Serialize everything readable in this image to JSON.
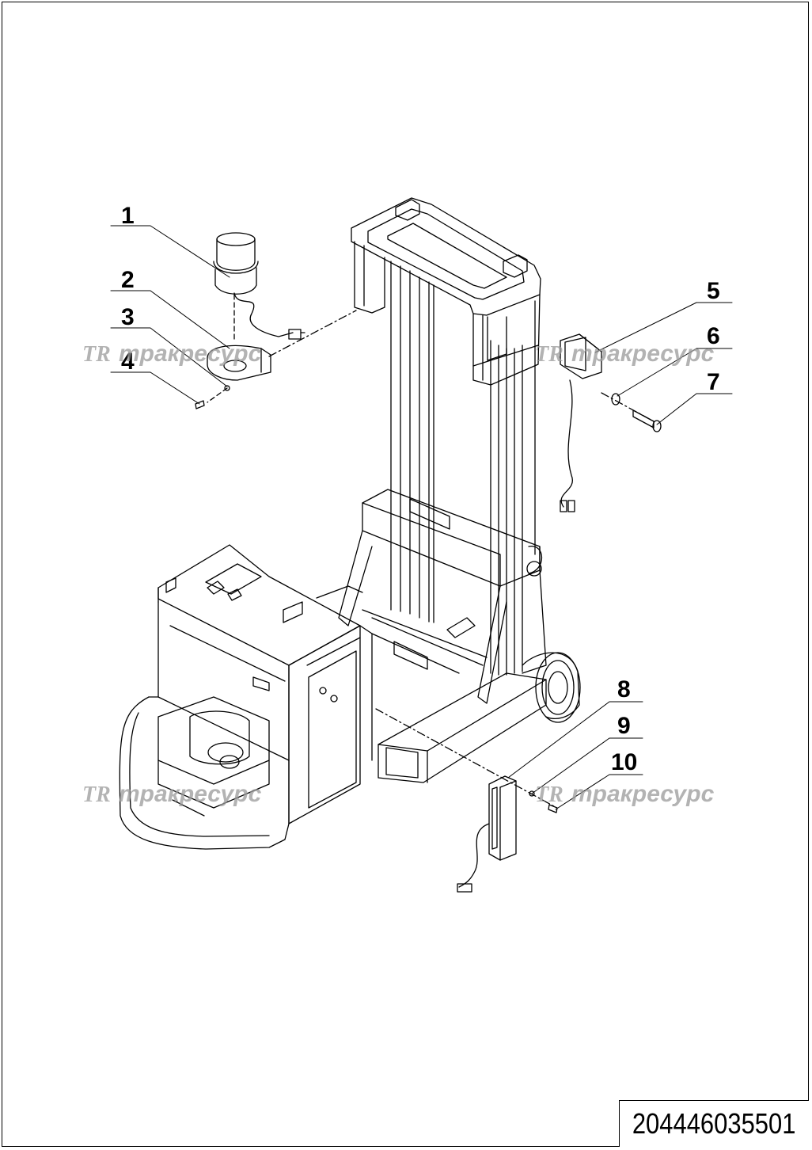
{
  "callouts": [
    "1",
    "2",
    "3",
    "4",
    "5",
    "6",
    "7",
    "8",
    "9",
    "10"
  ],
  "watermark": {
    "logo": "TR",
    "text": "тракресурс"
  },
  "document_number": "204446035501"
}
